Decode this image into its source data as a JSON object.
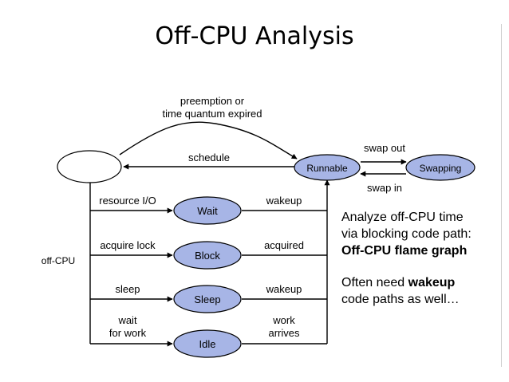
{
  "title": "Off-CPU Analysis",
  "diagram": {
    "states": {
      "runnable": "Runnable",
      "swapping": "Swapping",
      "wait": "Wait",
      "block": "Block",
      "sleep": "Sleep",
      "idle": "Idle"
    },
    "labels": {
      "preemption_1": "preemption or",
      "preemption_2": "time quantum expired",
      "schedule": "schedule",
      "swap_out": "swap out",
      "swap_in": "swap in",
      "resource_io": "resource I/O",
      "acquire_lock": "acquire lock",
      "sleep": "sleep",
      "wait_1": "wait",
      "wait_2": "for work",
      "wakeup_1": "wakeup",
      "acquired": "acquired",
      "wakeup_2": "wakeup",
      "work_1": "work",
      "work_2": "arrives",
      "off_cpu": "off-CPU"
    }
  },
  "notes": {
    "line1": "Analyze off-CPU time",
    "line2": "via blocking code path:",
    "line3": "Off-CPU flame graph",
    "line4_pre": "Often need ",
    "line4_bold": "wakeup",
    "line5": "code paths as well…"
  },
  "colors": {
    "state_fill": "#a7b5e6",
    "stroke": "#000000"
  }
}
